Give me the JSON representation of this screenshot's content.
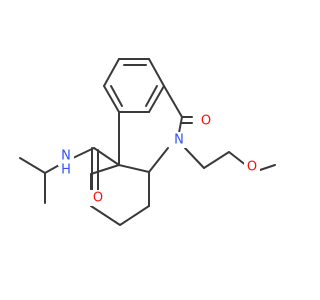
{
  "molecule": {
    "atom_labels": {
      "nh": "N",
      "h": "H",
      "amide_o": "O",
      "carbonyl_o": "O",
      "ring_n": "N",
      "ether_o": "O"
    },
    "colors": {
      "bond": "#3a3a3a",
      "nitrogen": "#3050f8",
      "oxygen": "#ff0d0d",
      "background": "#ffffff"
    }
  }
}
